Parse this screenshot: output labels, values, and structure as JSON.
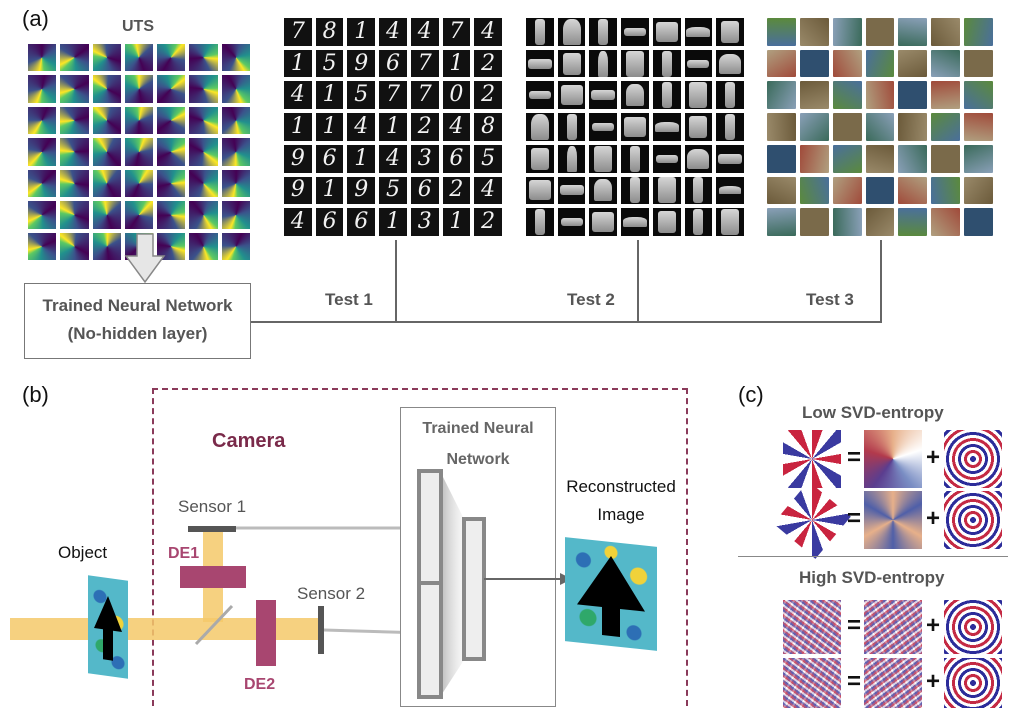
{
  "panel_a": {
    "letter": "(a)",
    "uts_title": "UTS",
    "network_label_line1": "Trained Neural Network",
    "network_label_line2": "(No-hidden layer)",
    "test1": "Test 1",
    "test2": "Test 2",
    "test3": "Test 3",
    "digits": [
      "7",
      "8",
      "1",
      "4",
      "4",
      "7",
      "4",
      "1",
      "5",
      "9",
      "6",
      "7",
      "1",
      "2",
      "4",
      "1",
      "5",
      "7",
      "7",
      "0",
      "2",
      "1",
      "1",
      "4",
      "1",
      "2",
      "4",
      "8",
      "9",
      "6",
      "1",
      "4",
      "3",
      "6",
      "5",
      "9",
      "1",
      "9",
      "5",
      "6",
      "2",
      "4",
      "4",
      "6",
      "6",
      "1",
      "3",
      "1",
      "2"
    ]
  },
  "panel_b": {
    "letter": "(b)",
    "camera_label": "Camera",
    "sensor1": "Sensor 1",
    "sensor2": "Sensor 2",
    "de1": "DE1",
    "de2": "DE2",
    "object_label": "Object",
    "nn_label_line1": "Trained Neural",
    "nn_label_line2": "Network",
    "recon_line1": "Reconstructed",
    "recon_line2": "Image"
  },
  "panel_c": {
    "letter": "(c)",
    "low_title": "Low SVD-entropy",
    "high_title": "High SVD-entropy",
    "equals": "=",
    "plus": "+"
  },
  "colors": {
    "camera_border": "#8a3a5a",
    "camera_label": "#7a2a4a",
    "de_block": "#a84670",
    "beam": "#f5c96a",
    "sensor_grey": "#555555"
  }
}
